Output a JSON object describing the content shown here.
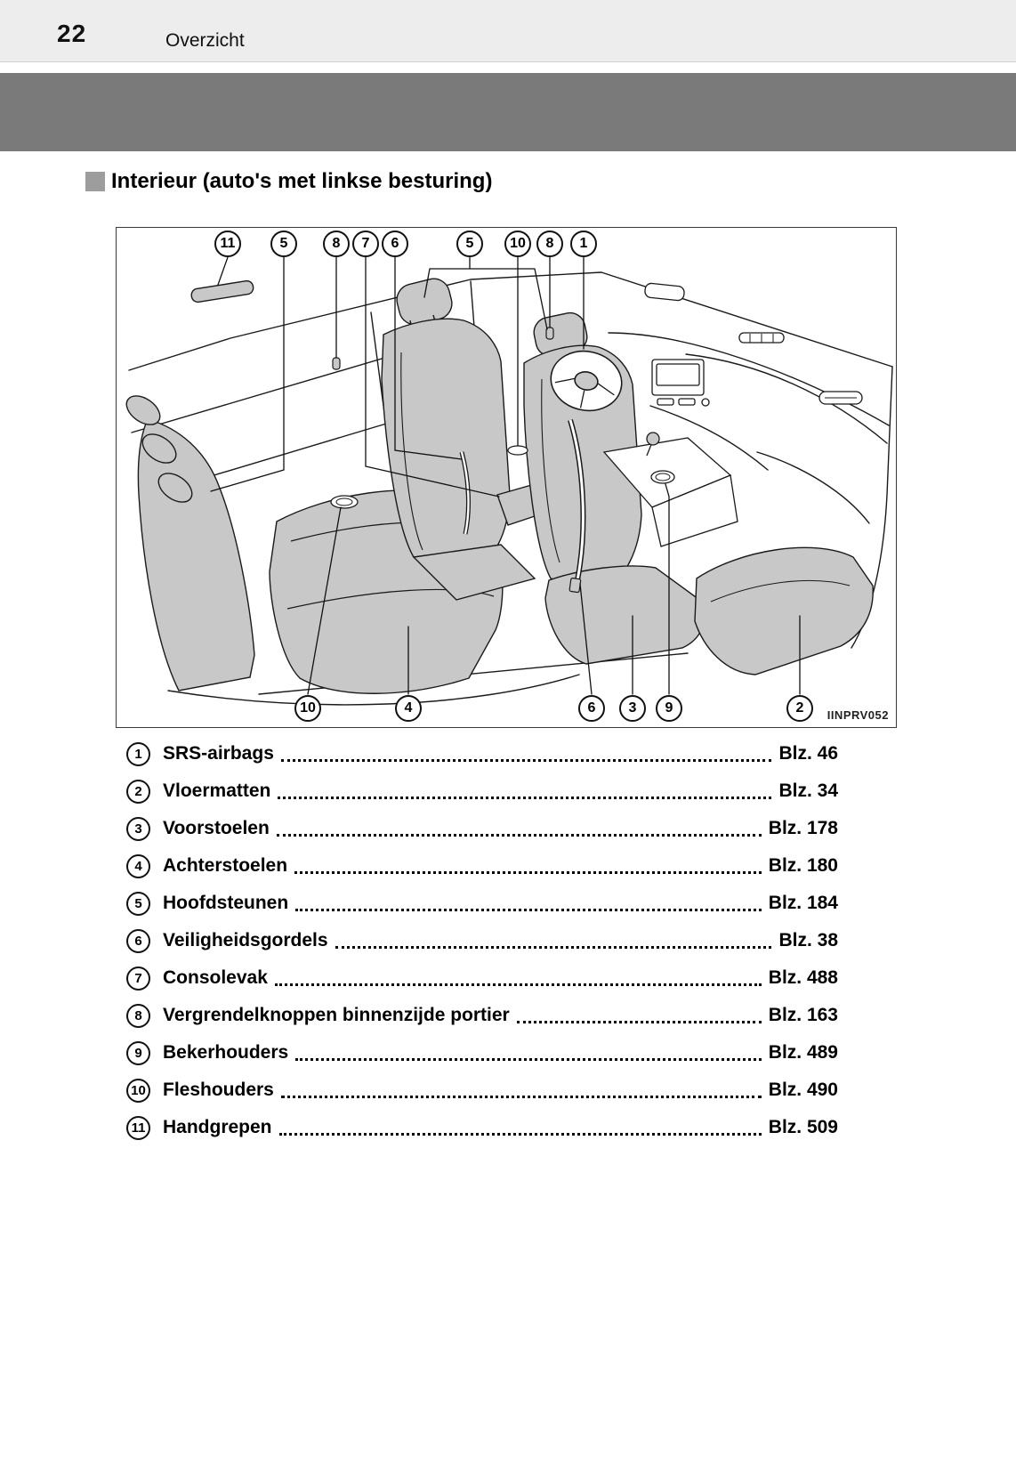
{
  "page": {
    "number": "22",
    "section": "Overzicht"
  },
  "title": "Interieur (auto's met linkse besturing)",
  "colors": {
    "banner": "#7a7a7a",
    "bullet": "#9d9d9d",
    "seat_fill": "#c8c8c8"
  },
  "diagram": {
    "figure_code": "IINPRV052",
    "top_callouts": [
      "11",
      "5",
      "8",
      "7",
      "6",
      "5",
      "10",
      "8",
      "1"
    ],
    "bottom_callouts": [
      "10",
      "4",
      "6",
      "3",
      "9",
      "2"
    ]
  },
  "legend": {
    "items": [
      {
        "num": "1",
        "label": "SRS-airbags",
        "page": "Blz. 46"
      },
      {
        "num": "2",
        "label": "Vloermatten",
        "page": "Blz. 34"
      },
      {
        "num": "3",
        "label": "Voorstoelen",
        "page": "Blz. 178"
      },
      {
        "num": "4",
        "label": "Achterstoelen",
        "page": "Blz. 180"
      },
      {
        "num": "5",
        "label": "Hoofdsteunen",
        "page": "Blz. 184"
      },
      {
        "num": "6",
        "label": "Veiligheidsgordels",
        "page": "Blz. 38"
      },
      {
        "num": "7",
        "label": "Consolevak",
        "page": "Blz. 488"
      },
      {
        "num": "8",
        "label": "Vergrendelknoppen binnenzijde portier",
        "page": "Blz. 163"
      },
      {
        "num": "9",
        "label": "Bekerhouders",
        "page": "Blz. 489"
      },
      {
        "num": "10",
        "label": "Fleshouders",
        "page": "Blz. 490"
      },
      {
        "num": "11",
        "label": "Handgrepen",
        "page": "Blz. 509"
      }
    ]
  }
}
